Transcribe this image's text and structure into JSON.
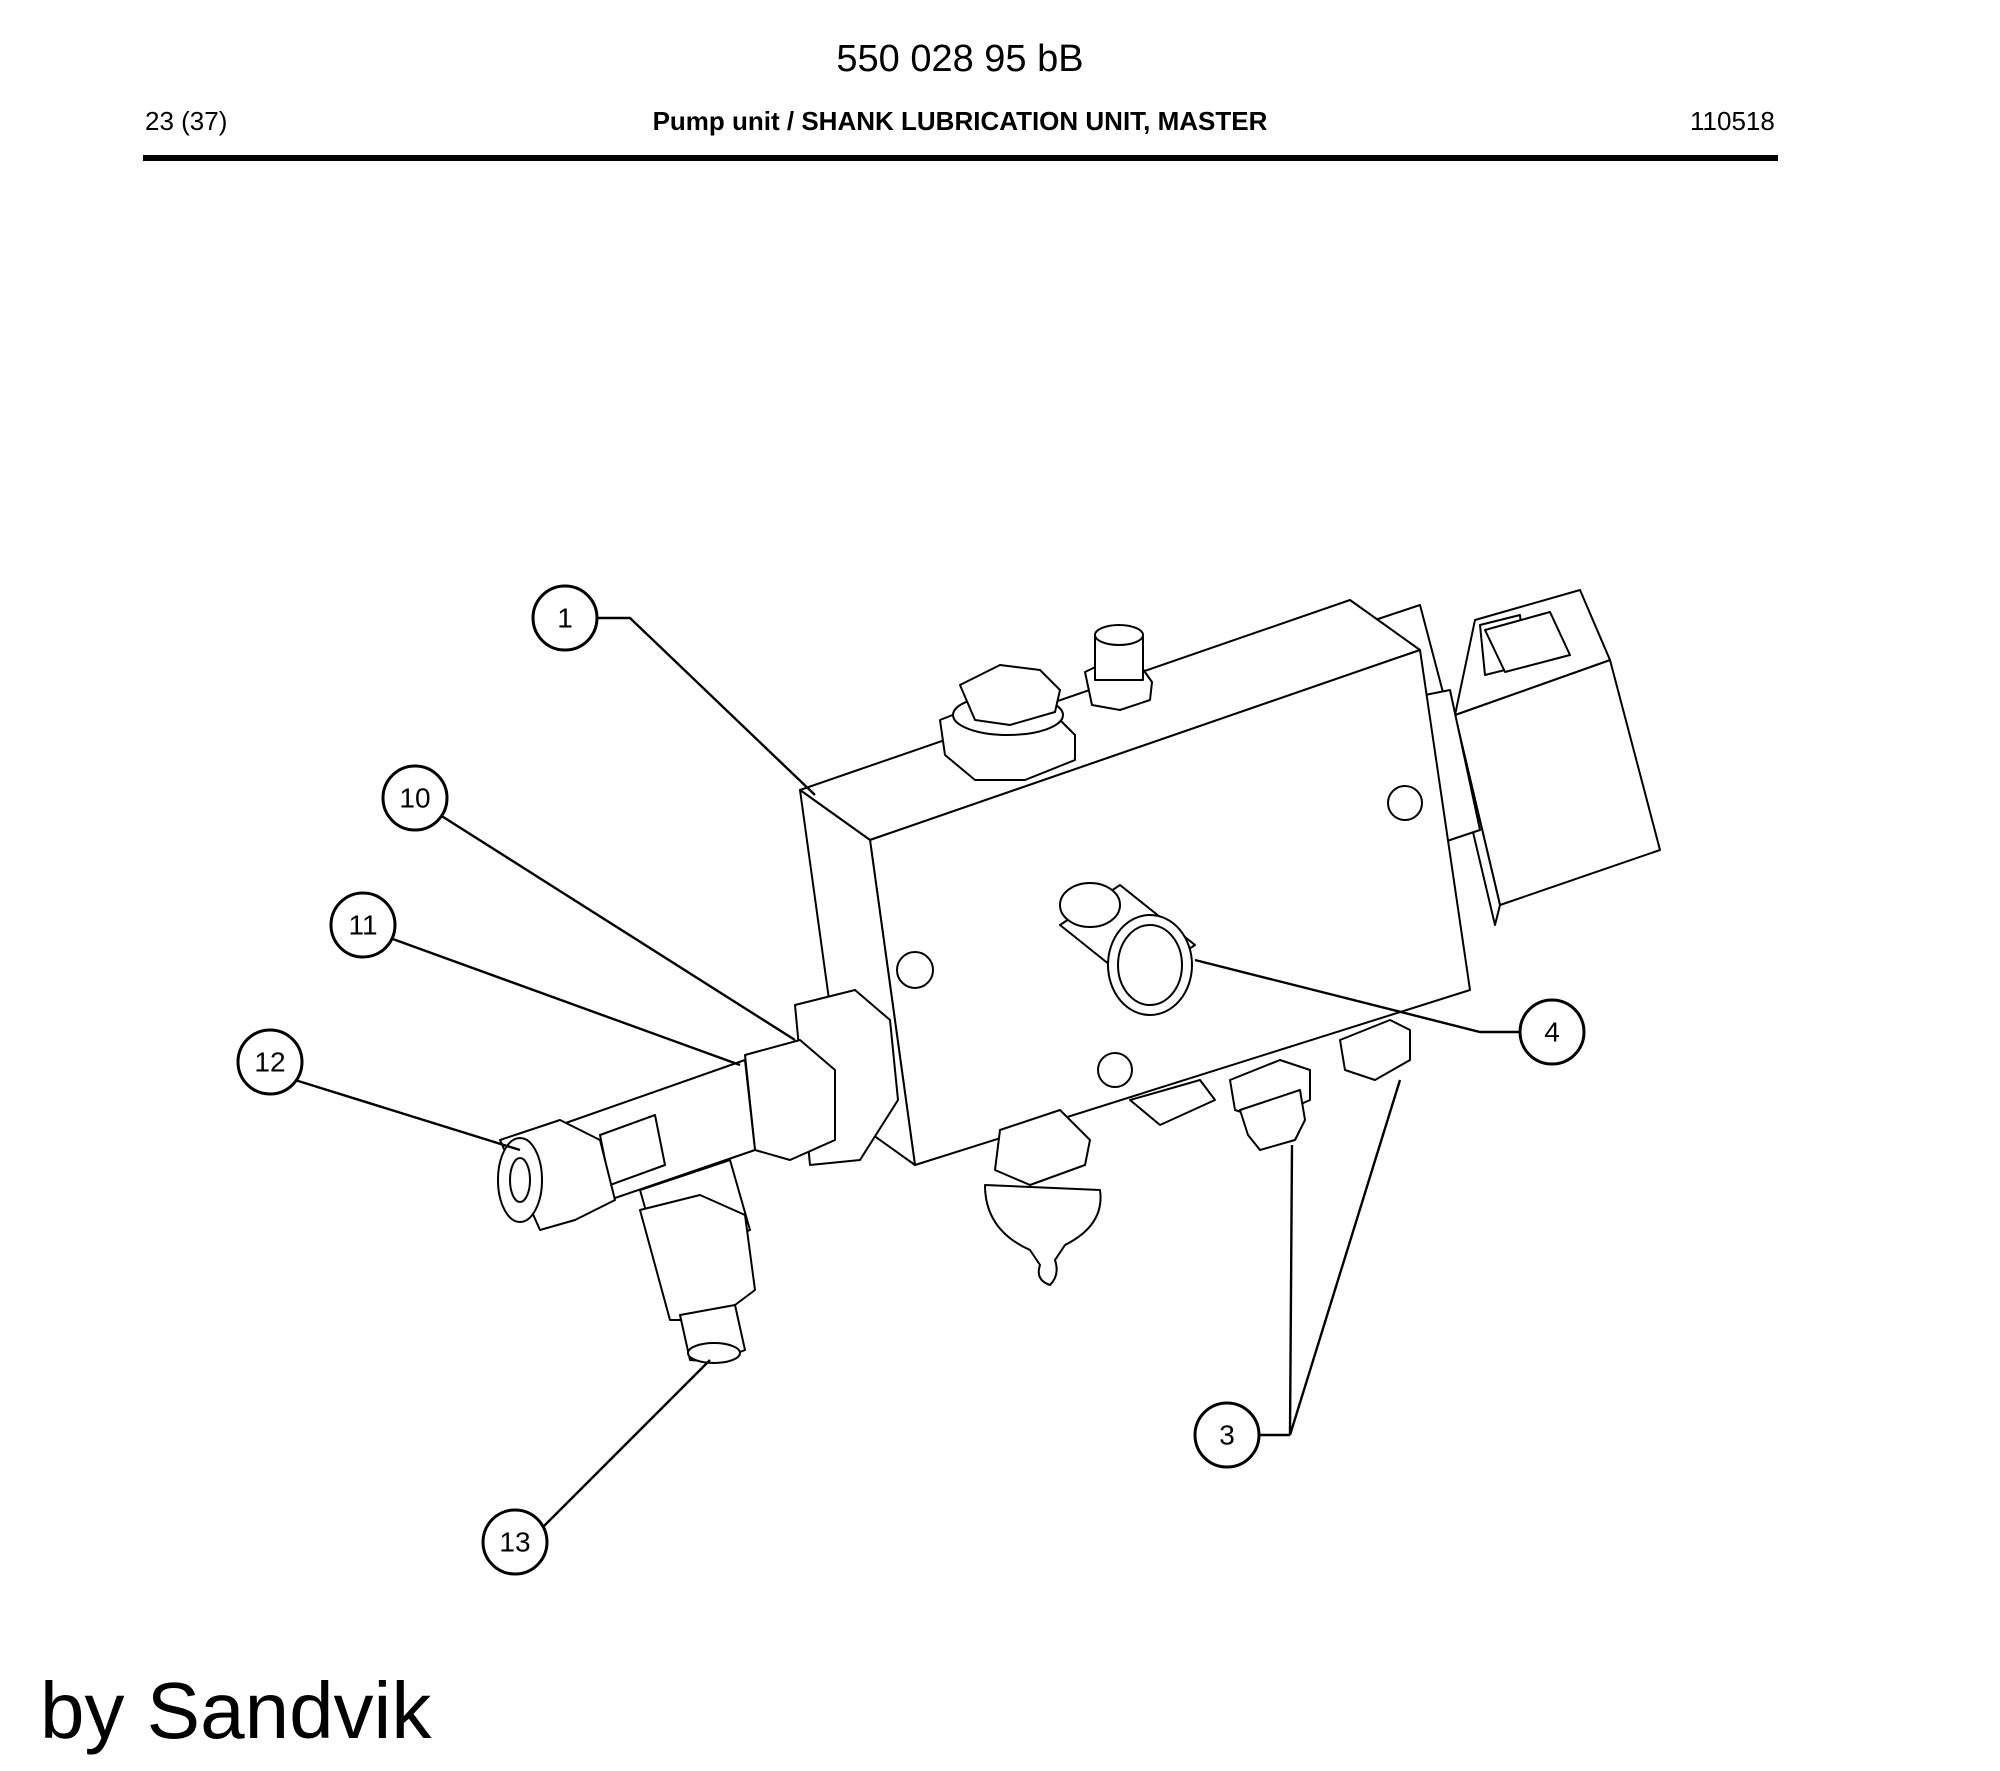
{
  "header": {
    "doc_number": "550 028 95 bB",
    "page": "23 (37)",
    "title": "Pump unit / SHANK LUBRICATION UNIT, MASTER",
    "code": "110518"
  },
  "callouts": [
    {
      "id": "c1",
      "label": "1"
    },
    {
      "id": "c3",
      "label": "3"
    },
    {
      "id": "c4",
      "label": "4"
    },
    {
      "id": "c10",
      "label": "10"
    },
    {
      "id": "c11",
      "label": "11"
    },
    {
      "id": "c12",
      "label": "12"
    },
    {
      "id": "c13",
      "label": "13"
    }
  ],
  "footer": {
    "text": "by Sandvik"
  }
}
